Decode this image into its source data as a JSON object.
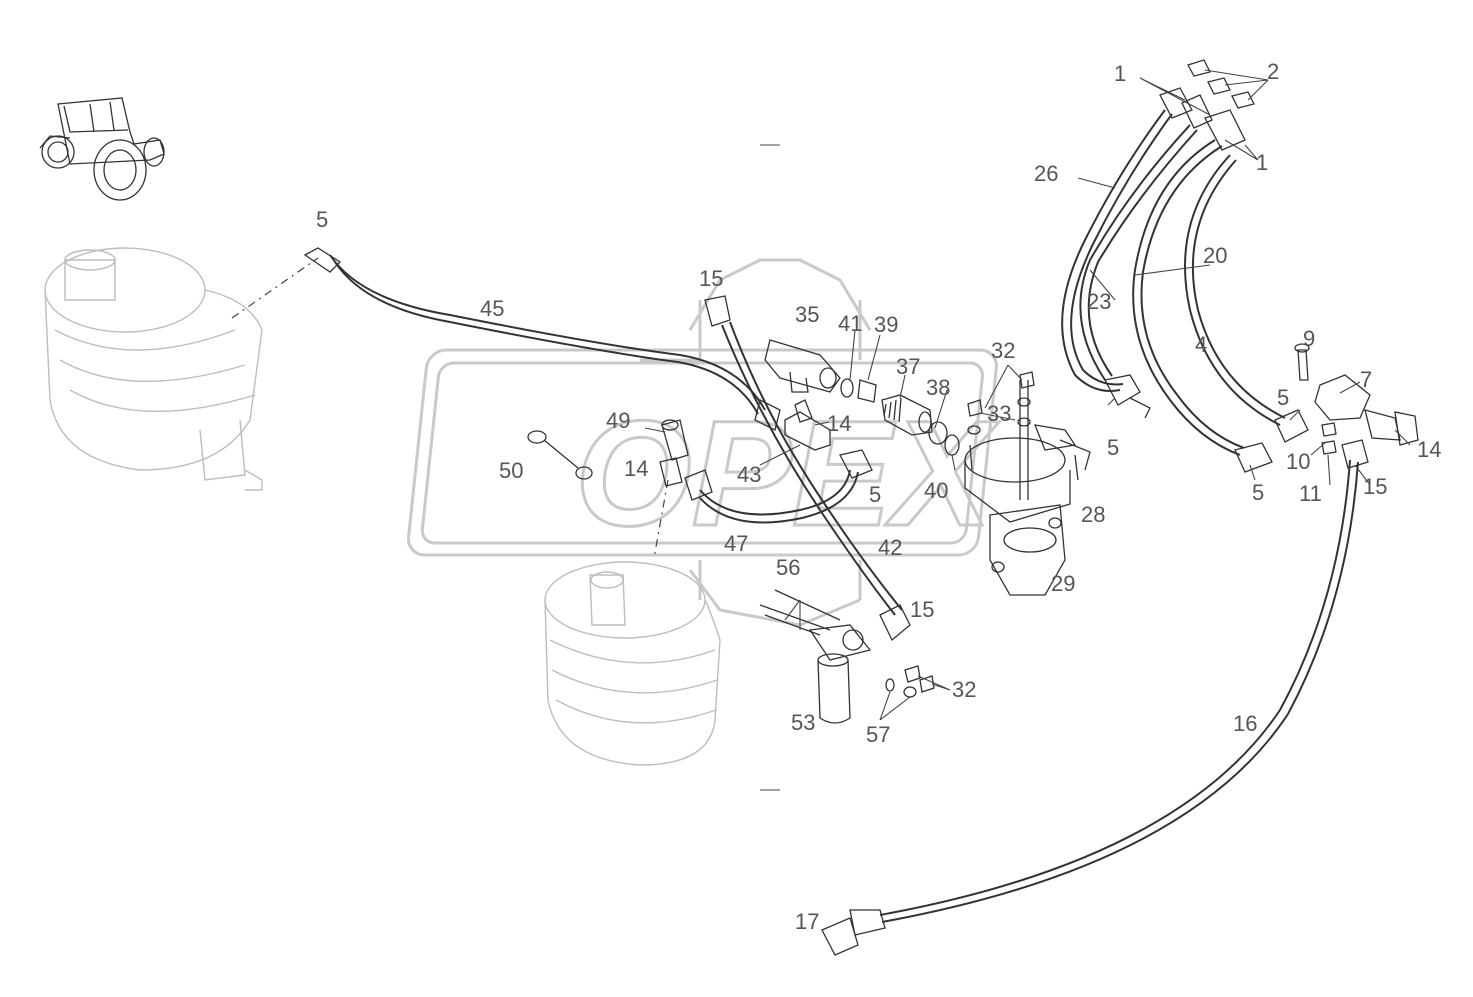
{
  "labels": {
    "l1a": "1",
    "l1b": "1",
    "l2": "2",
    "l4": "4",
    "l5a": "5",
    "l5b": "5",
    "l5c": "5",
    "l5d": "5",
    "l5e": "5",
    "l7": "7",
    "l9": "9",
    "l10": "10",
    "l11": "11",
    "l14a": "14",
    "l14b": "14",
    "l14c": "14",
    "l15a": "15",
    "l15b": "15",
    "l15c": "15",
    "l16": "16",
    "l17": "17",
    "l20": "20",
    "l23": "23",
    "l26": "26",
    "l28": "28",
    "l29": "29",
    "l32a": "32",
    "l32b": "32",
    "l33": "33",
    "l35": "35",
    "l37": "37",
    "l38": "38",
    "l39": "39",
    "l40": "40",
    "l41": "41",
    "l42": "42",
    "l43": "43",
    "l45": "45",
    "l47": "47",
    "l49": "49",
    "l50": "50",
    "l53": "53",
    "l56": "56",
    "l57": "57"
  },
  "watermark": "OPEX",
  "icons": [
    "tractor-icon"
  ]
}
